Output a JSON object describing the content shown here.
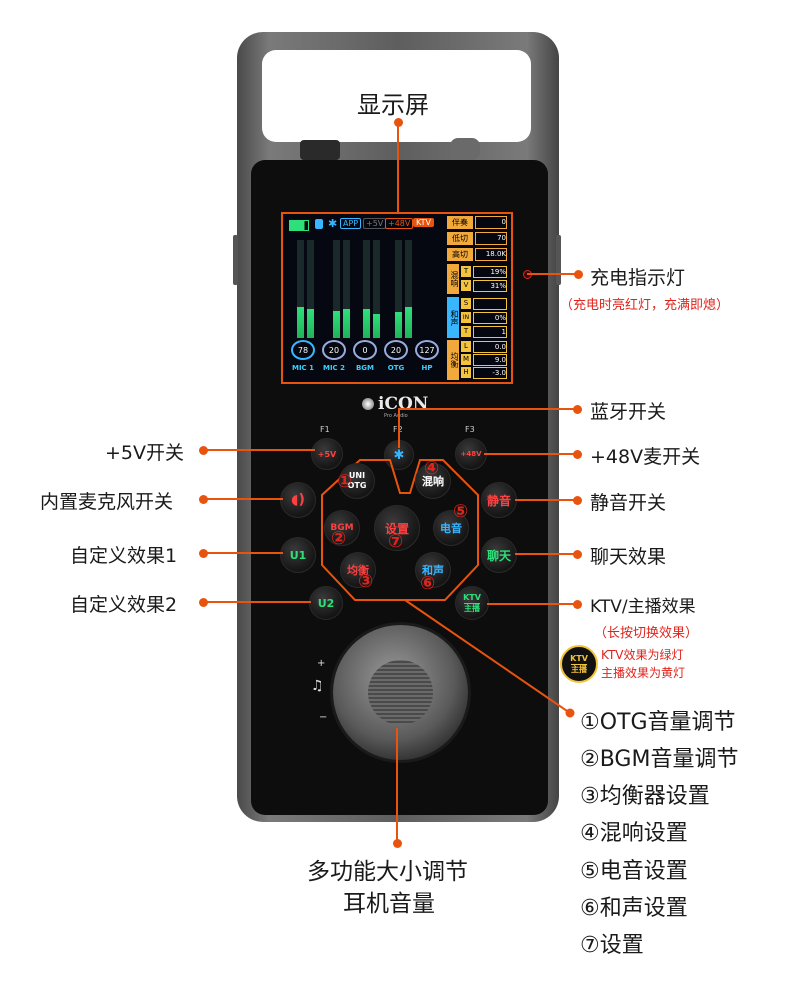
{
  "callouts": {
    "display": "显示屏",
    "charge": "充电指示灯",
    "charge_note": "（充电时亮红灯，充满即熄）",
    "bluetooth": "蓝牙开关",
    "plus5v": "+5V开关",
    "plus48v": "+48V麦开关",
    "internal_mic": "内置麦克风开关",
    "mute": "静音开关",
    "custom1": "自定义效果1",
    "chat": "聊天效果",
    "custom2": "自定义效果2",
    "ktv": "KTV/主播效果",
    "ktv_note": "（长按切换效果）",
    "ktv_green": "KTV效果为绿灯",
    "ktv_yellow": "主播效果为黄灯",
    "knob_line1": "多功能大小调节",
    "knob_line2": "耳机音量"
  },
  "legend": [
    "①OTG音量调节",
    "②BGM音量调节",
    "③均衡器设置",
    "④混响设置",
    "⑤电音设置",
    "⑥和声设置",
    "⑦设置"
  ],
  "device": {
    "brand": "iCON",
    "brand_sub": "Pro Audio",
    "fkeys": [
      "F1",
      "F2",
      "F3"
    ],
    "buttons": {
      "b5v": "+5V",
      "b48v": "+48V",
      "mute": "静音",
      "u1": "U1",
      "chat": "聊天",
      "u2": "U2",
      "uni1": "UNI",
      "uni2": "OTG",
      "reverb": "混响",
      "bgm": "BGM",
      "settings": "设置",
      "electro": "电音",
      "eq": "均衡",
      "harmony": "和声",
      "ktv1": "KTV",
      "ktv2": "主播"
    },
    "numbers": [
      "①",
      "②",
      "③",
      "④",
      "⑤",
      "⑥",
      "⑦"
    ]
  },
  "screen": {
    "tags": [
      "APP",
      "+5V",
      "+48V",
      "KTV"
    ],
    "channels": [
      {
        "label": "MIC 1",
        "value": "78"
      },
      {
        "label": "MIC 2",
        "value": "20"
      },
      {
        "label": "BGM",
        "value": "0"
      },
      {
        "label": "OTG",
        "value": "20"
      },
      {
        "label": "HP",
        "value": "127"
      }
    ],
    "meter_levels": [
      0.32,
      0.3,
      0.28,
      0.3,
      0.3,
      0.25,
      0.27,
      0.32
    ],
    "params": {
      "accomp_label": "伴奏",
      "accomp_value": "0",
      "lowcut_label": "低切",
      "lowcut_value": "70",
      "highcut_label": "高切",
      "highcut_value": "18.0K",
      "reverb_label": "混响",
      "reverb_t": "T",
      "reverb_t_value": "19%",
      "reverb_v": "V",
      "reverb_v_value": "31%",
      "harmony_label": "和声",
      "harm_s": "S",
      "harm_s_value": "",
      "harm_in": "IN",
      "harm_in_value": "0%",
      "harm_t": "T",
      "harm_t_value": "1",
      "eq_label": "均衡",
      "eq_l": "L",
      "eq_l_value": "0.0",
      "eq_m": "M",
      "eq_m_value": "9.0",
      "eq_h": "H",
      "eq_h_value": "-3.0"
    }
  },
  "colors": {
    "accent": "#e8540e",
    "red": "#e0241c",
    "green": "#2ee07a",
    "blue": "#38b6ff"
  }
}
